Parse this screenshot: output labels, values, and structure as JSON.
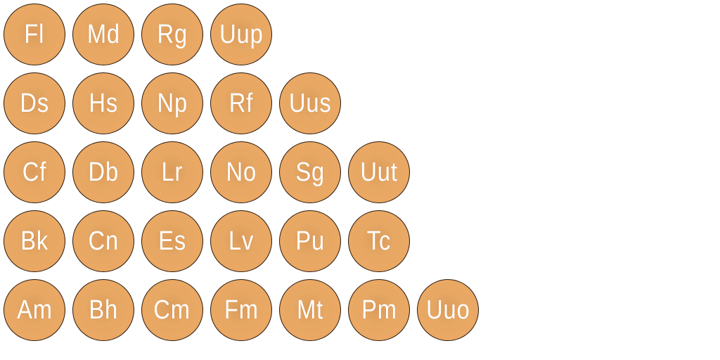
{
  "colors": {
    "tile_fill": "#e9a661",
    "tile_border": "#2b1a0c",
    "label": "#ffffff"
  },
  "rows": [
    [
      "Fl",
      "Md",
      "Rg",
      "Uup"
    ],
    [
      "Ds",
      "Hs",
      "Np",
      "Rf",
      "Uus"
    ],
    [
      "Cf",
      "Db",
      "Lr",
      "No",
      "Sg",
      "Uut"
    ],
    [
      "Bk",
      "Cn",
      "Es",
      "Lv",
      "Pu",
      "Tc"
    ],
    [
      "Am",
      "Bh",
      "Cm",
      "Fm",
      "Mt",
      "Pm",
      "Uuo"
    ]
  ]
}
